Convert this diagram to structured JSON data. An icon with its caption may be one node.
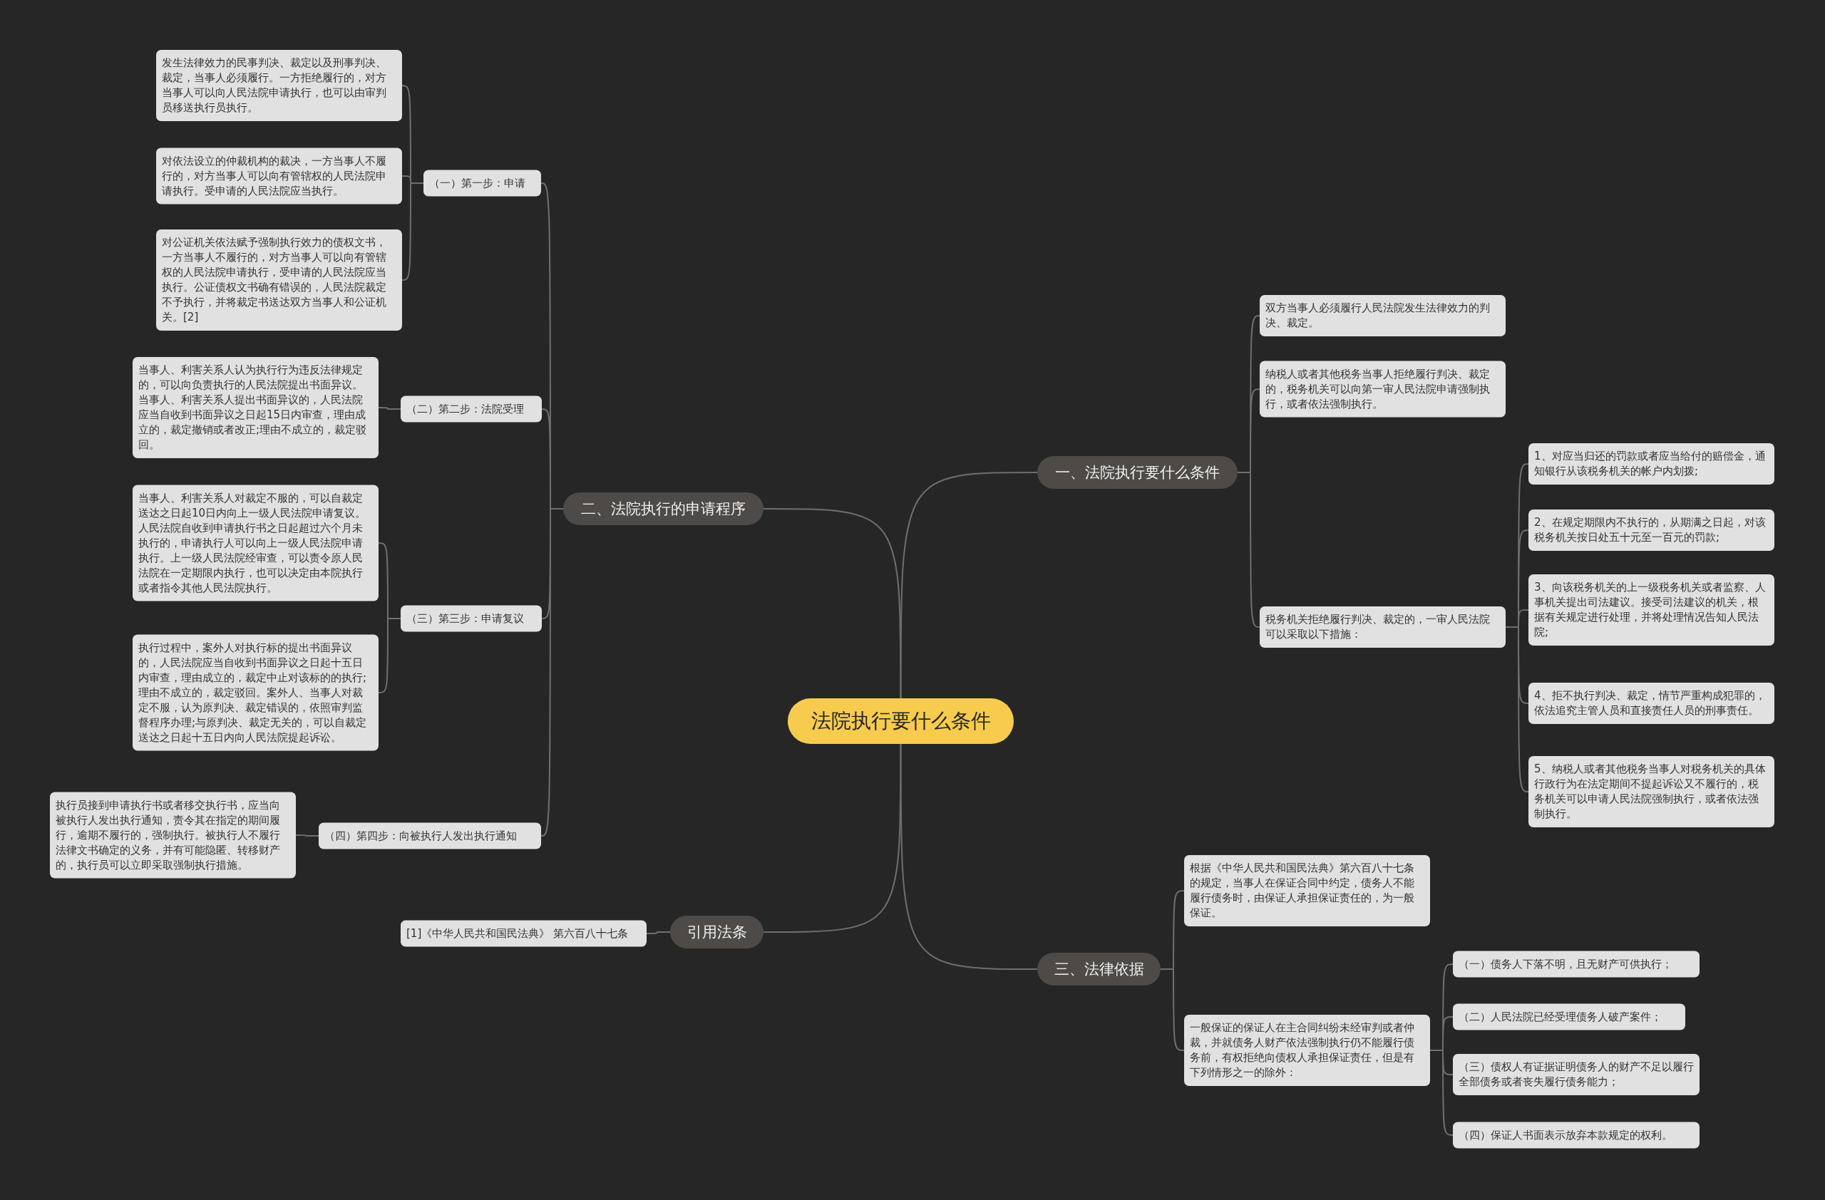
{
  "diagram": {
    "nodes": [
      {
        "text": [
          "法院执行要什么条件"
        ]
      },
      {
        "text": [
          "一、法院执行要什么条件"
        ]
      },
      {
        "text": [
          "双方当事人必须履行人民法院发生法律效力的判决、裁定。"
        ]
      },
      {
        "text": [
          "纳税人或者其他税务当事人拒绝履行判决、裁定的，税务机关可以向第一审人民法院申请强制执行，或者依法强制执行。"
        ]
      },
      {
        "text": [
          "税务机关拒绝履行判决、裁定的，一审人民法院可以采取以下措施："
        ]
      },
      {
        "text": [
          "1、对应当归还的罚款或者应当给付的赔偿金，通知银行从该税务机关的帐户内划拨;"
        ]
      },
      {
        "text": [
          "2、在规定期限内不执行的，从期满之日起，对该税务机关按日处五十元至一百元的罚款;"
        ]
      },
      {
        "text": [
          "3、向该税务机关的上一级税务机关或者监察、人事机关提出司法建议。接受司法建议的机关，根据有关规定进行处理，并将处理情况告知人民法院;"
        ]
      },
      {
        "text": [
          "4、拒不执行判决、裁定，情节严重构成犯罪的，依法追究主管人员和直接责任人员的刑事责任。"
        ]
      },
      {
        "text": [
          "5、纳税人或者其他税务当事人对税务机关的具体行政行为在法定期间不提起诉讼又不履行的，税务机关可以申请人民法院强制执行，或者依法强制执行。"
        ]
      },
      {
        "text": [
          "三、法律依据"
        ]
      },
      {
        "text": [
          "根据《中华人民共和国民法典》第六百八十七条的规定，当事人在保证合同中约定，债务人不能履行债务时，由保证人承担保证责任的，为一般保证。"
        ]
      },
      {
        "text": [
          "一般保证的保证人在主合同纠纷未经审判或者仲裁，并就债务人财产依法强制执行仍不能履行债务前，有权拒绝向债权人承担保证责任，但是有下列情形之一的除外："
        ]
      },
      {
        "text": [
          "（一）债务人下落不明，且无财产可供执行；"
        ]
      },
      {
        "text": [
          "（二）人民法院已经受理债务人破产案件；"
        ]
      },
      {
        "text": [
          "（三）债权人有证据证明债务人的财产不足以履行全部债务或者丧失履行债务能力；"
        ]
      },
      {
        "text": [
          "（四）保证人书面表示放弃本款规定的权利。"
        ]
      },
      {
        "text": [
          "二、法院执行的申请程序"
        ]
      },
      {
        "text": [
          "（一）第一步：申请"
        ]
      },
      {
        "text": [
          "发生法律效力的民事判决、裁定以及刑事判决、裁定，当事人必须履行。一方拒绝履行的，对方当事人可以向人民法院申请执行，也可以由审判员移送执行员执行。"
        ]
      },
      {
        "text": [
          "对依法设立的仲裁机构的裁决，一方当事人不履行的，对方当事人可以向有管辖权的人民法院申请执行。受申请的人民法院应当执行。"
        ]
      },
      {
        "text": [
          "对公证机关依法赋予强制执行效力的债权文书，一方当事人不履行的，对方当事人可以向有管辖权的人民法院申请执行，受申请的人民法院应当执行。公证债权文书确有错误的，人民法院裁定不予执行，并将裁定书送达双方当事人和公证机关。[2]"
        ]
      },
      {
        "text": [
          "（二）第二步：法院受理"
        ]
      },
      {
        "text": [
          "当事人、利害关系人认为执行行为违反法律规定的，可以向负责执行的人民法院提出书面异议。当事人、利害关系人提出书面异议的，人民法院应当自收到书面异议之日起15日内审查，理由成立的，裁定撤销或者改正;理由不成立的，裁定驳回。"
        ]
      },
      {
        "text": [
          "（三）第三步：申请复议"
        ]
      },
      {
        "text": [
          "当事人、利害关系人对裁定不服的，可以自裁定送达之日起10日内向上一级人民法院申请复议。人民法院自收到申请执行书之日起超过六个月未执行的，申请执行人可以向上一级人民法院申请执行。上一级人民法院经审查，可以责令原人民法院在一定期限内执行，也可以决定由本院执行或者指令其他人民法院执行。"
        ]
      },
      {
        "text": [
          "执行过程中，案外人对执行标的提出书面异议的，人民法院应当自收到书面异议之日起十五日内审查，理由成立的，裁定中止对该标的的执行;理由不成立的，裁定驳回。案外人、当事人对裁定不服，认为原判决、裁定错误的，依照审判监督程序办理;与原判决、裁定无关的，可以自裁定送达之日起十五日内向人民法院提起诉讼。"
        ]
      },
      {
        "text": [
          "（四）第四步：向被执行人发出执行通知"
        ]
      },
      {
        "text": [
          "执行员接到申请执行书或者移交执行书，应当向被执行人发出执行通知，责令其在指定的期间履行，逾期不履行的，强制执行。被执行人不履行法律文书确定的义务，并有可能隐匿、转移财产的，执行员可以立即采取强制执行措施。"
        ]
      },
      {
        "text": [
          "引用法条"
        ]
      },
      {
        "text": [
          "[1]《中华人民共和国民法典》 第六百八十七条"
        ]
      }
    ],
    "edges": [
      {
        "from": 0,
        "to": 1,
        "arrow": "none"
      },
      {
        "from": 1,
        "to": 2,
        "arrow": "none"
      },
      {
        "from": 1,
        "to": 3,
        "arrow": "none"
      },
      {
        "from": 1,
        "to": 4,
        "arrow": "none"
      },
      {
        "from": 4,
        "to": 5,
        "arrow": "none"
      },
      {
        "from": 4,
        "to": 6,
        "arrow": "none"
      },
      {
        "from": 4,
        "to": 7,
        "arrow": "none"
      },
      {
        "from": 4,
        "to": 8,
        "arrow": "none"
      },
      {
        "from": 4,
        "to": 9,
        "arrow": "none"
      },
      {
        "from": 0,
        "to": 10,
        "arrow": "none"
      },
      {
        "from": 10,
        "to": 11,
        "arrow": "none"
      },
      {
        "from": 10,
        "to": 12,
        "arrow": "none"
      },
      {
        "from": 12,
        "to": 13,
        "arrow": "none"
      },
      {
        "from": 12,
        "to": 14,
        "arrow": "none"
      },
      {
        "from": 12,
        "to": 15,
        "arrow": "none"
      },
      {
        "from": 12,
        "to": 16,
        "arrow": "none"
      },
      {
        "from": 0,
        "to": 17,
        "arrow": "none"
      },
      {
        "from": 17,
        "to": 18,
        "arrow": "none"
      },
      {
        "from": 17,
        "to": 22,
        "arrow": "none"
      },
      {
        "from": 17,
        "to": 24,
        "arrow": "none"
      },
      {
        "from": 17,
        "to": 27,
        "arrow": "none"
      },
      {
        "from": 18,
        "to": 19,
        "arrow": "none"
      },
      {
        "from": 18,
        "to": 20,
        "arrow": "none"
      },
      {
        "from": 18,
        "to": 21,
        "arrow": "none"
      },
      {
        "from": 22,
        "to": 23,
        "arrow": "none"
      },
      {
        "from": 24,
        "to": 25,
        "arrow": "none"
      },
      {
        "from": 24,
        "to": 26,
        "arrow": "none"
      },
      {
        "from": 27,
        "to": 28,
        "arrow": "none"
      },
      {
        "from": 0,
        "to": 29,
        "arrow": "none"
      },
      {
        "from": 29,
        "to": 30,
        "arrow": "none"
      }
    ]
  }
}
